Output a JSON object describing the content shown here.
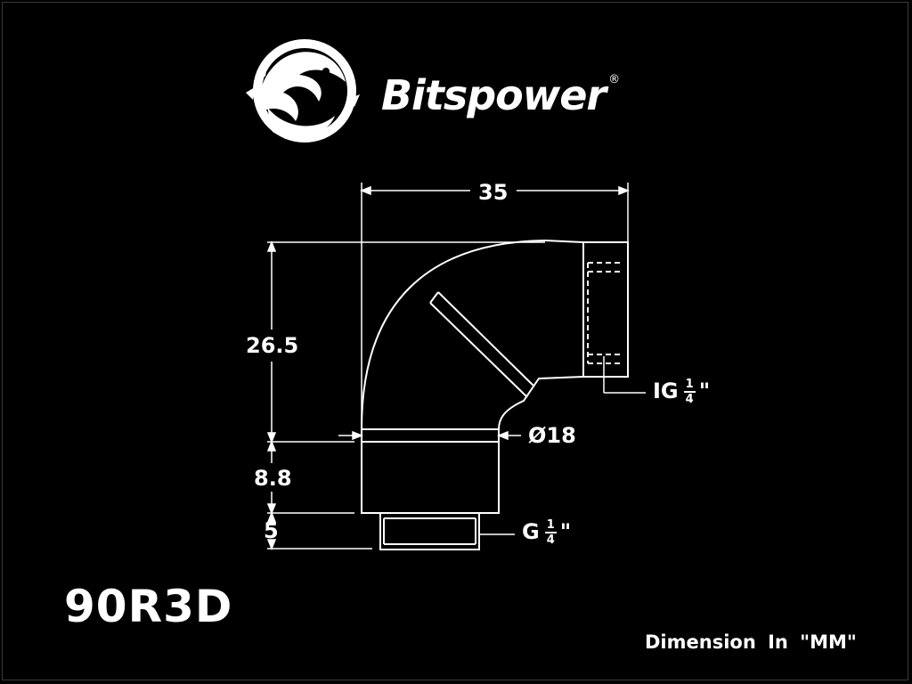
{
  "brand": {
    "name": "Bitspower",
    "registered_mark": "®",
    "logo_icon": "dragon-logo-icon"
  },
  "drawing": {
    "dimensions": {
      "width": "35",
      "height_upper": "26.5",
      "diameter": "Ø18",
      "height_middle": "8.8",
      "height_thread": "5"
    },
    "threads": {
      "inner": {
        "prefix": "IG",
        "numerator": "1",
        "denominator": "4",
        "suffix": "\""
      },
      "outer": {
        "prefix": "G",
        "numerator": "1",
        "denominator": "4",
        "suffix": "\""
      }
    }
  },
  "model": "90R3D",
  "units_note": "Dimension  In  \"MM\"",
  "colors": {
    "background": "#000000",
    "line": "#ffffff"
  }
}
